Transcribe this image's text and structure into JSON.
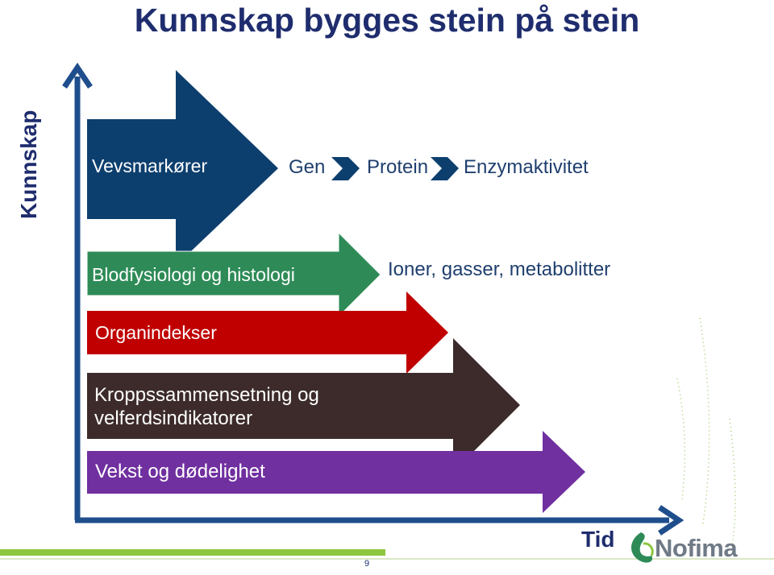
{
  "title": "Kunnskap bygges stein på stein",
  "axes": {
    "y_label": "Kunnskap",
    "x_label": "Tid"
  },
  "layers": [
    {
      "label": "Vevsmarkører",
      "color": "#0d3f6e"
    },
    {
      "label": "Blodfysiologi og histologi",
      "color": "#2e8b57"
    },
    {
      "label": "Organindekser",
      "color": "#c00000"
    },
    {
      "label": "Kroppssammensetning og velferdsindikatorer",
      "lines": [
        "Kroppssammensetning og",
        "velferdsindikatorer"
      ],
      "color": "#3d2b2b"
    },
    {
      "label": "Vekst og dødelighet",
      "color": "#7030a0"
    }
  ],
  "chain": [
    "Gen",
    "Protein",
    "Enzymaktivitet"
  ],
  "side_note": "Ioner, gasser, metabolitter",
  "page_number": "9",
  "logo": {
    "name": "Nofima"
  },
  "colors": {
    "title": "#1f2d6e",
    "axis": "#1f4e8c",
    "bottom_bar": "#8dc63f",
    "text_dark": "#1f2d6e"
  }
}
